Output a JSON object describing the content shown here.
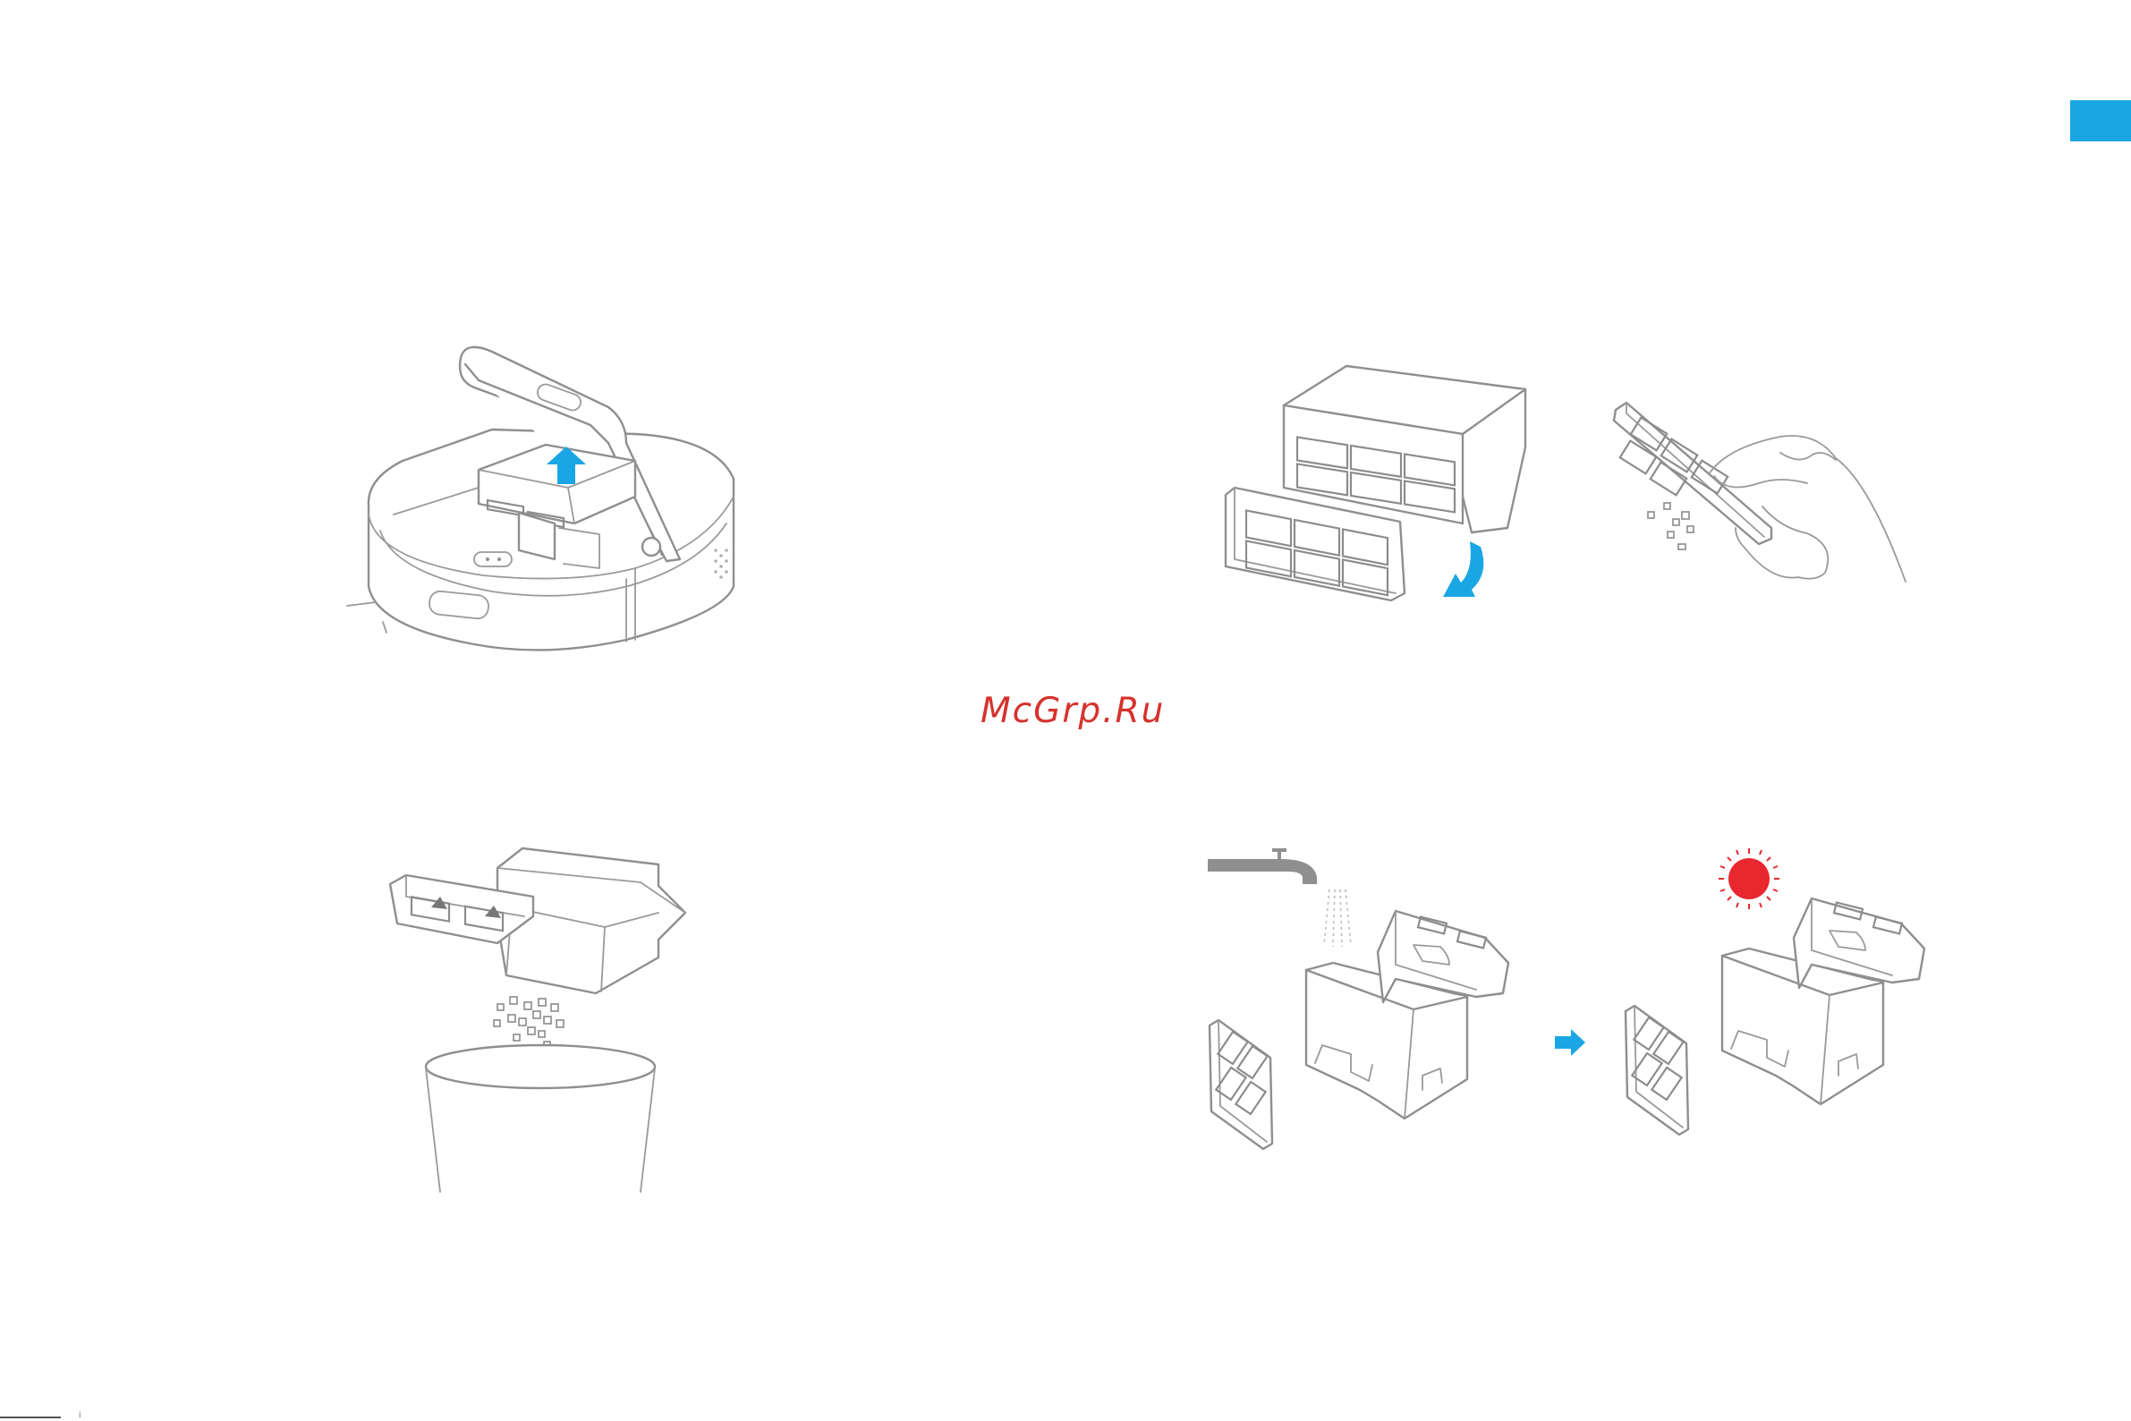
{
  "document": {
    "watermark": "McGrp.Ru",
    "footer_mark": "i"
  },
  "colors": {
    "accent_blue": "#1aa6e4",
    "sun_red": "#e8282e",
    "watermark_red": "#d6322e",
    "line_gray": "#8f8f8f"
  },
  "illustrations": [
    {
      "id": "robot-lift-dust-bin",
      "icons": [
        "robot-vacuum-icon",
        "up-arrow-icon"
      ]
    },
    {
      "id": "open-filter-cover",
      "icons": [
        "filter-icon",
        "rotate-arrow-icon"
      ]
    },
    {
      "id": "tap-filter-to-clean",
      "icons": [
        "hand-icon",
        "debris-icon"
      ]
    },
    {
      "id": "empty-bin-into-trash",
      "icons": [
        "dust-bin-icon",
        "trash-can-icon"
      ]
    },
    {
      "id": "rinse-with-water",
      "icons": [
        "faucet-icon",
        "water-drops-icon"
      ]
    },
    {
      "id": "dry-in-sun",
      "icons": [
        "sun-icon",
        "next-arrow-icon"
      ]
    }
  ]
}
